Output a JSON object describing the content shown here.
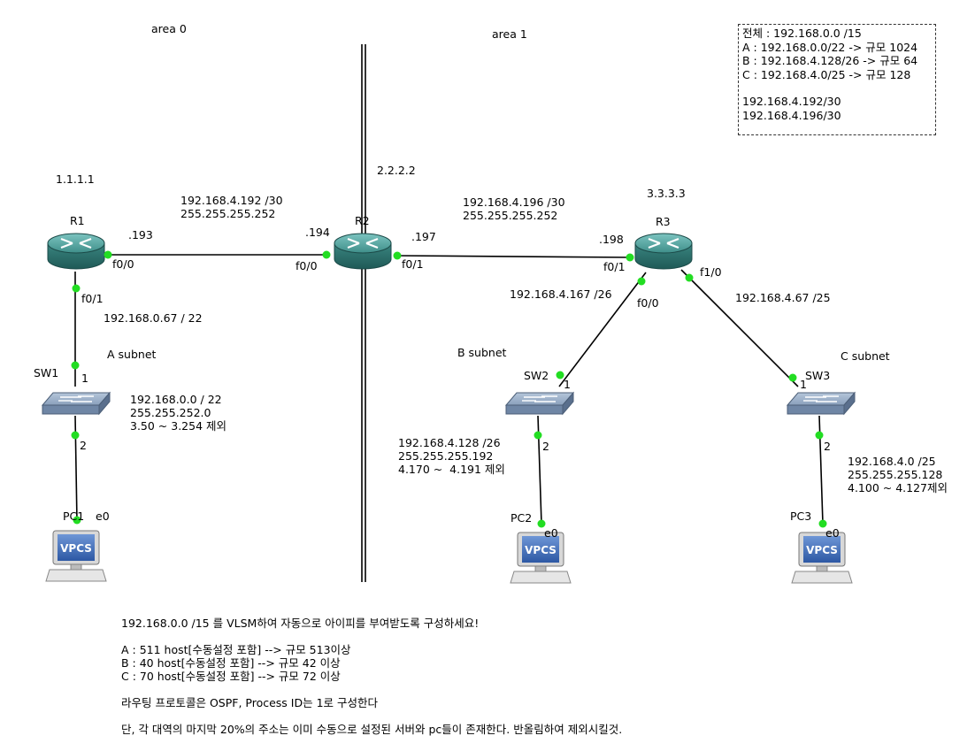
{
  "areas": {
    "area0": "area 0",
    "area1": "area 1"
  },
  "routers": {
    "r1": {
      "name": "R1",
      "id": ".1.1.1.1"
    },
    "r2": {
      "name": "R2",
      "id": "2.2.2.2"
    },
    "r3": {
      "name": "R3",
      "id": "3.3.3.3"
    }
  },
  "r1_id": "1.1.1.1",
  "switches": {
    "sw1": "SW1",
    "sw2": "SW2",
    "sw3": "SW3"
  },
  "pcs": {
    "pc1": "PC1",
    "pc2": "PC2",
    "pc3": "PC3",
    "vpcs": "VPCS"
  },
  "interfaces": {
    "r1_f0_0": "f0/0",
    "r1_f0_1": "f0/1",
    "r2_f0_0": "f0/0",
    "r2_f0_1": "f0/1",
    "r3_f0_1": "f0/1",
    "r3_f0_0": "f0/0",
    "r3_f1_0": "f1/0",
    "sw1_p1": "1",
    "sw1_p2": "2",
    "sw2_p1": "1",
    "sw2_p2": "2",
    "sw3_p1": "1",
    "sw3_p2": "2",
    "pc1_e0": "e0",
    "pc2_e0": "e0",
    "pc3_e0": "e0"
  },
  "host_ips": {
    "r1_193": ".193",
    "r2_194": ".194",
    "r2_197": ".197",
    "r3_198": ".198"
  },
  "links": {
    "r1r2_net": "192.168.4.192 /30",
    "r1r2_mask": "255.255.255.252",
    "r2r3_net": "192.168.4.196 /30",
    "r2r3_mask": "255.255.255.252",
    "r1_lan_ip": "192.168.0.67 / 22",
    "r3_b_ip": "192.168.4.167 /26",
    "r3_c_ip": "192.168.4.67 /25"
  },
  "subnets": {
    "a": {
      "name": "A subnet",
      "net": "192.168.0.0 / 22",
      "mask": "255.255.252.0",
      "excl": "3.50 ~ 3.254 제외"
    },
    "b": {
      "name": "B subnet",
      "net": "192.168.4.128 /26",
      "mask": "255.255.255.192",
      "excl": "4.170 ~  4.191 제외"
    },
    "c": {
      "name": "C subnet",
      "net": "192.168.4.0 /25",
      "mask": "255.255.255.128",
      "excl": "4.100 ~ 4.127제외"
    }
  },
  "infobox": {
    "line1": "전체 : 192.168.0.0 /15",
    "line2": "A : 192.168.0.0/22 -> 규모 1024",
    "line3": "B : 192.168.4.128/26 -> 규모 64",
    "line4": "C : 192.168.4.0/25 -> 규모 128",
    "line5": "192.168.4.192/30",
    "line6": "192.168.4.196/30"
  },
  "notes": {
    "line1": "192.168.0.0 /15 를 VLSM하여 자동으로 아이피를 부여받도록 구성하세요!",
    "line2": "A : 511 host[수동설정 포함] --> 규모 513이상",
    "line3": "B : 40 host[수동설정 포함] --> 규모 42 이상",
    "line4": "C : 70 host[수동설정 포함] --> 규모 72 이상",
    "line5": "라우팅 프로토콜은 OSPF, Process ID는 1로 구성한다",
    "line6": "단, 각 대역의 마지막 20%의 주소는 이미 수동으로 설정된 서버와 pc들이 존재한다. 반올림하여 제외시킬것."
  },
  "colors": {
    "router": "#3f8f8a",
    "switch": "#7f97b4",
    "port_dot": "#22dd22",
    "vpcs": "#3d6db5"
  }
}
